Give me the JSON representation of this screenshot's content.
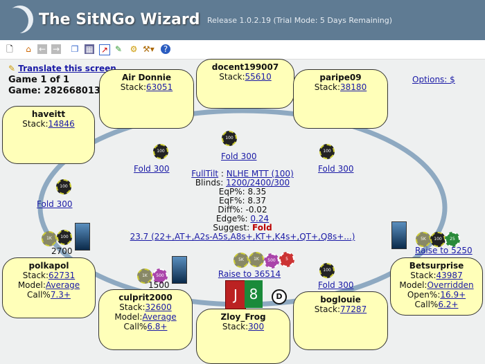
{
  "header": {
    "title": "The SitNGo Wizard",
    "release": "Release 1.0.2.19 (Trial Mode: 5 Days Remaining)"
  },
  "toolbar": {
    "icons": [
      "new-icon",
      "home-icon",
      "back-icon",
      "forward-icon",
      "copy-icon",
      "calculator-icon",
      "chart-icon",
      "edit-icon",
      "settings-icon",
      "tools-icon",
      "help-icon"
    ]
  },
  "translate": "Translate this screen",
  "game_count": "Game 1 of 1",
  "game_id": "Game: 282668013",
  "options": "Options: $",
  "seats": [
    {
      "name": "docent199007",
      "stack": "55610"
    },
    {
      "name": "Air Donnie",
      "stack": "63051"
    },
    {
      "name": "paripe09",
      "stack": "38180"
    },
    {
      "name": "haveitt",
      "stack": "14846"
    },
    {
      "name": "polkapol",
      "stack": "62731",
      "model": "Average",
      "call": "7.3+"
    },
    {
      "name": "culprit2000",
      "stack": "32600",
      "model": "Average",
      "call": "6.8+"
    },
    {
      "name": "Zloy_Frog",
      "stack": "300"
    },
    {
      "name": "boglouie",
      "stack": "77287"
    },
    {
      "name": "Betsurprise",
      "stack": "43987",
      "model": "Overridden",
      "open": "16.9+",
      "call": "6.2+"
    }
  ],
  "labels": {
    "stack": "Stack:",
    "model": "Model:",
    "call": "Call%",
    "open": "Open%:"
  },
  "actions": {
    "fold": "Fold 300",
    "raise_bet": "Raise to 5250",
    "raise_hero": "Raise to 36514",
    "polka_bet": "2700",
    "culprit_bet": "1500"
  },
  "info": {
    "site": "FullTilt",
    "sep": " : ",
    "game": "NLHE MTT (100)",
    "blinds_l": "Blinds:",
    "blinds": "1200/2400/300",
    "eqp_l": "EqP%:",
    "eqp": "8.35",
    "eqf_l": "EqF%:",
    "eqf": "8.37",
    "diff_l": "Diff%:",
    "diff": "-0.02",
    "edge_l": "Edge%:",
    "edge": "0.24",
    "suggest_l": "Suggest:",
    "suggest": "Fold",
    "range": "23.7 (22+,AT+,A2s-A5s,A8s+,KT+,K4s+,QT+,Q8s+...)"
  },
  "hero_cards": [
    "J",
    "8"
  ],
  "dealer": "D",
  "chips": {
    "c100": "100",
    "c1k": "1K",
    "c500": "500",
    "c5k": "5K",
    "c5": "5",
    "c25": "25"
  }
}
